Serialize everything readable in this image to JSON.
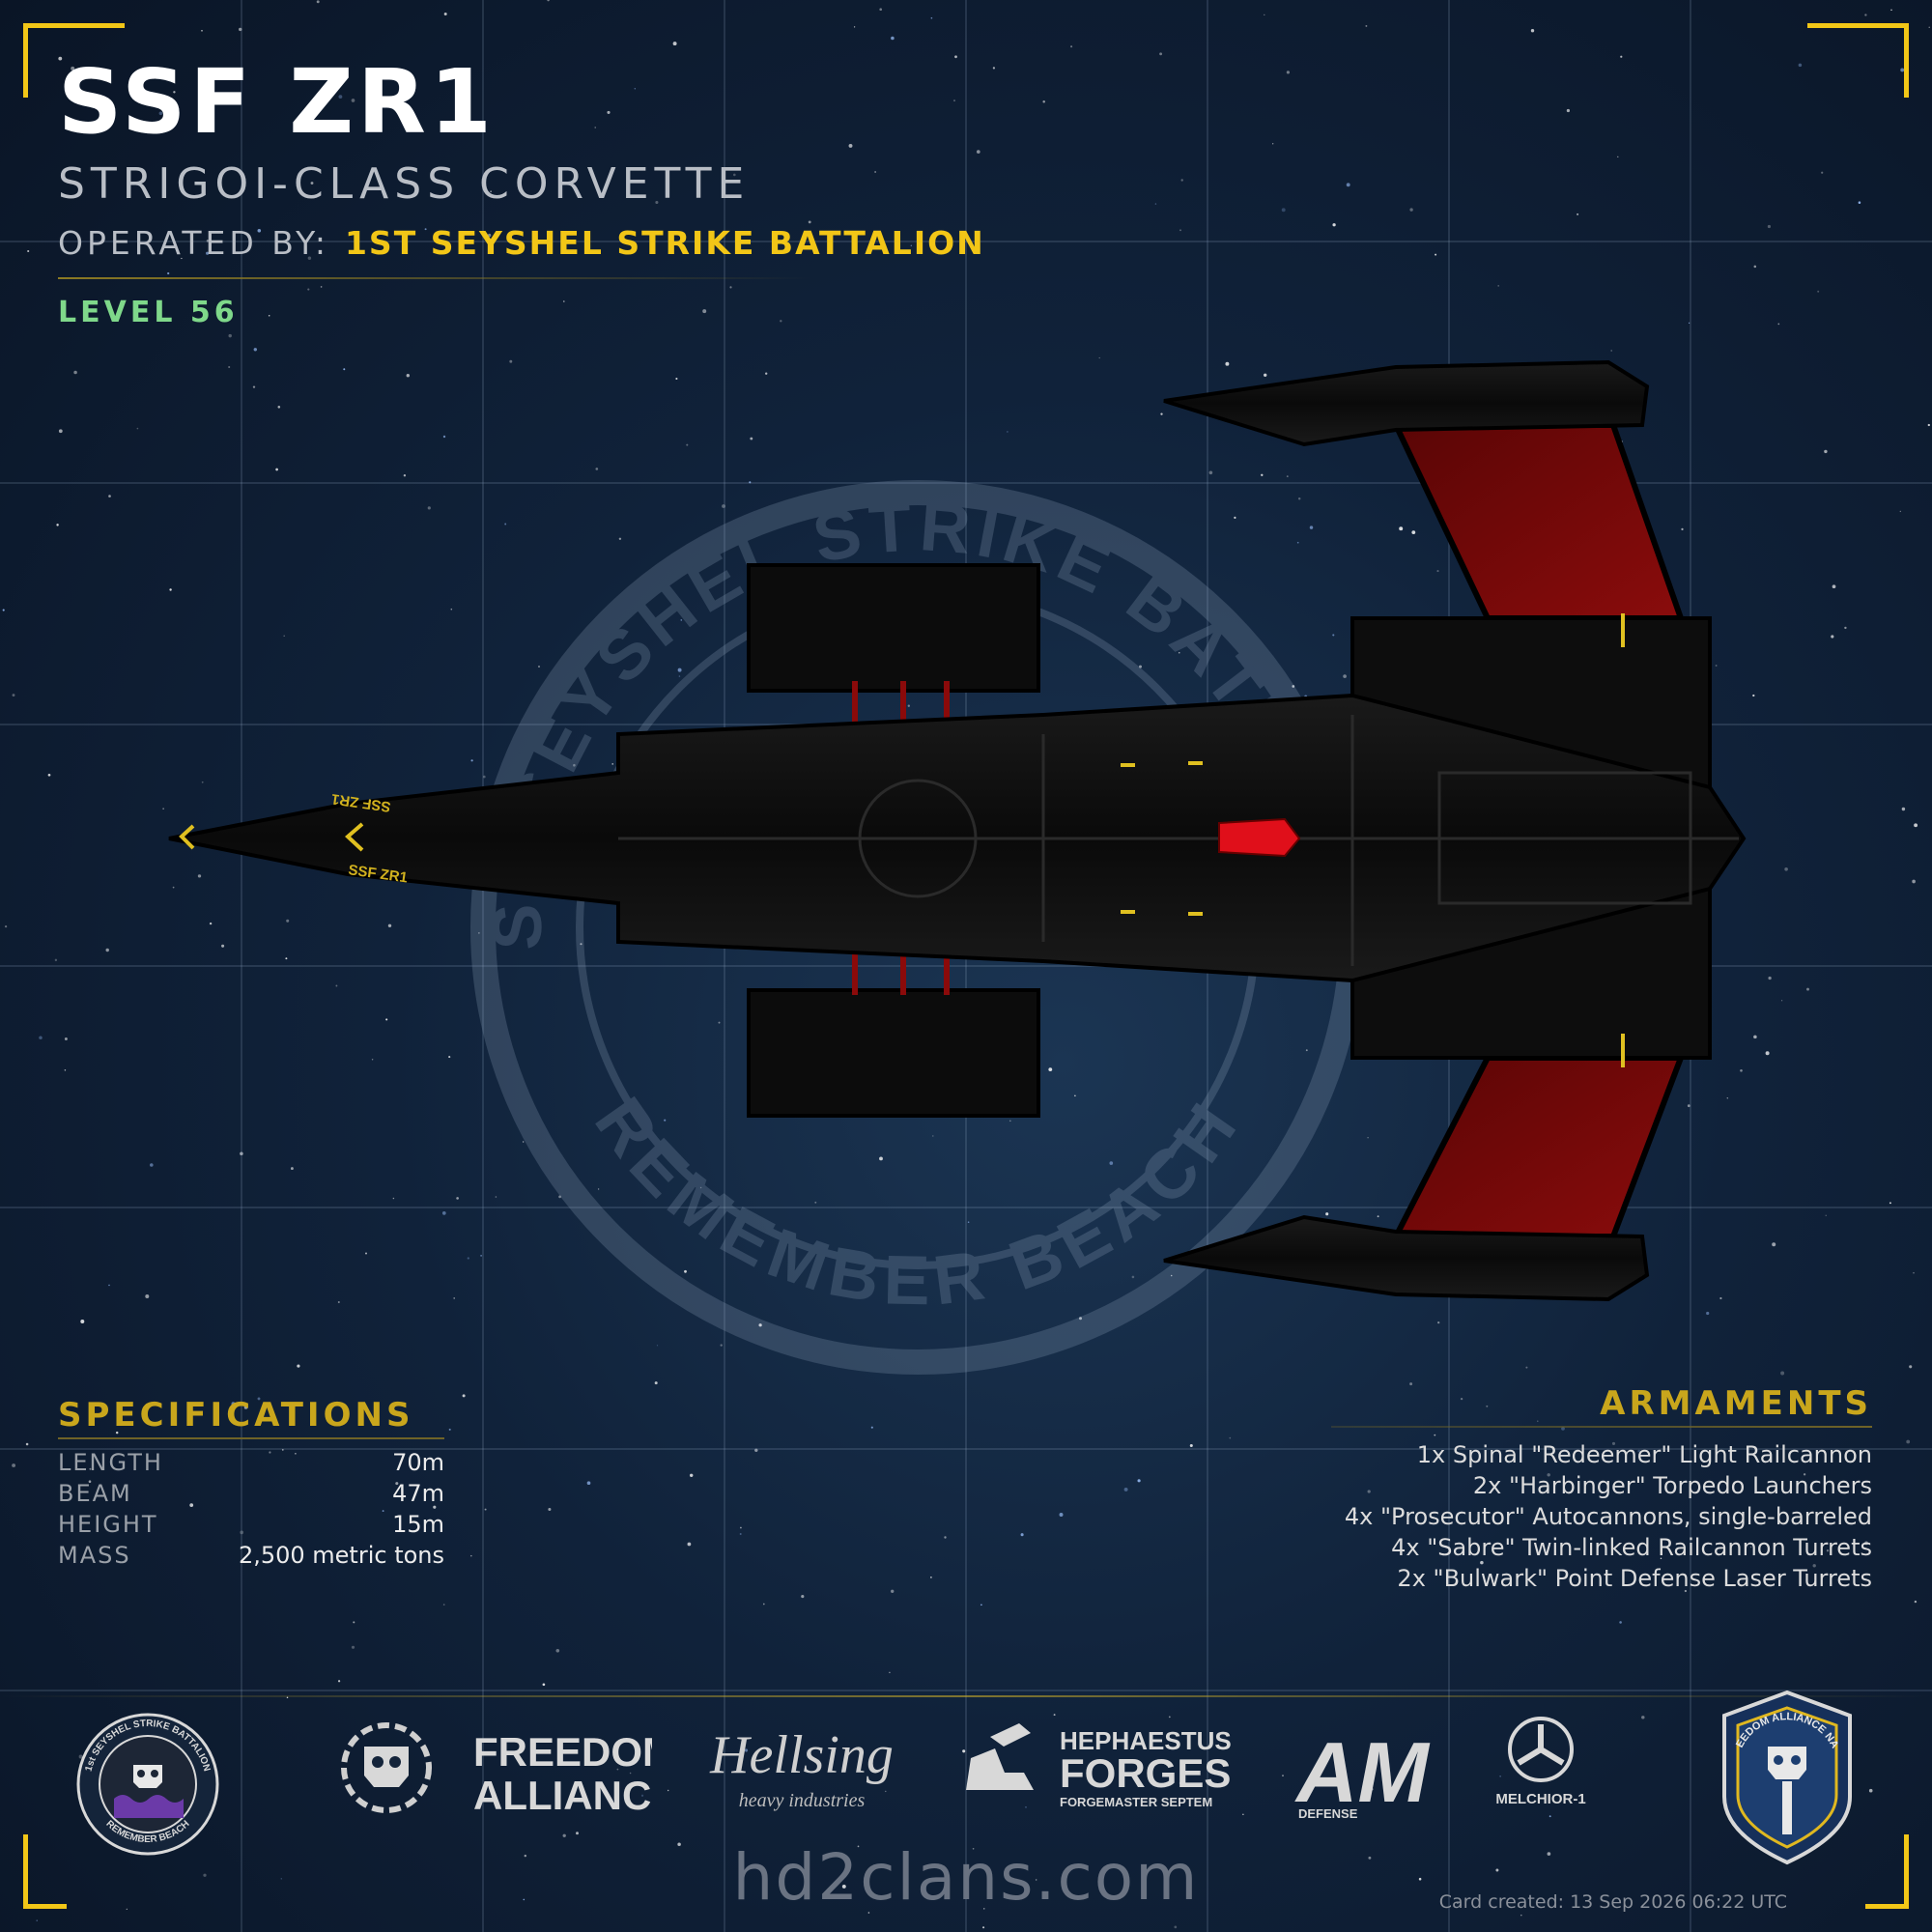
{
  "header": {
    "title": "SSF ZR1",
    "subtitle": "STRIGOI-CLASS CORVETTE",
    "operated_label": "OPERATED BY:",
    "operated_value": "1ST SEYSHEL STRIKE BATTALION",
    "level": "LEVEL 56"
  },
  "ship": {
    "hull_markings": [
      "SSF ZR1",
      "SSF ZR1"
    ]
  },
  "emblem": {
    "top_text": "1ST SEYSHEL STRIKE BATTALION",
    "bottom_text": "REMEMBER BEACH"
  },
  "specifications": {
    "heading": "SPECIFICATIONS",
    "rows": [
      {
        "key": "LENGTH",
        "value": "70m"
      },
      {
        "key": "BEAM",
        "value": "47m"
      },
      {
        "key": "HEIGHT",
        "value": "15m"
      },
      {
        "key": "MASS",
        "value": "2,500 metric tons"
      }
    ]
  },
  "armaments": {
    "heading": "ARMAMENTS",
    "items": [
      "1x Spinal \"Redeemer\" Light Railcannon",
      "2x \"Harbinger\" Torpedo Launchers",
      "4x \"Prosecutor\" Autocannons, single-barreled",
      "4x \"Sabre\" Twin-linked Railcannon Turrets",
      "2x \"Bulwark\" Point Defense Laser Turrets"
    ]
  },
  "logos": {
    "battalion_badge": {
      "top": "1st SEYSHEL STRIKE BATTALION",
      "bottom": "REMEMBER BEACH"
    },
    "freedom_alliance": {
      "line1": "FREEDOM",
      "line2": "ALLIANCE"
    },
    "hellsing": {
      "line1": "Hellsing",
      "line2": "heavy industries"
    },
    "hephaestus": {
      "line1": "HEPHAESTUS",
      "line2": "FORGES",
      "line3": "FORGEMASTER SEPTEM"
    },
    "am_defense": {
      "mark": "AM",
      "sub": "DEFENSE"
    },
    "melchior": {
      "name": "MELCHIOR-1"
    },
    "navy_badge": {
      "top": "FREEDOM ALLIANCE NAVY"
    }
  },
  "footer": {
    "site": "hd2clans.com",
    "created": "Card created: 13 Sep 2026 06:22 UTC"
  },
  "colors": {
    "accent_yellow": "#f2c617",
    "level_green": "#7fd88a",
    "background": "#10223a",
    "hull_red": "#7a0a0a"
  }
}
